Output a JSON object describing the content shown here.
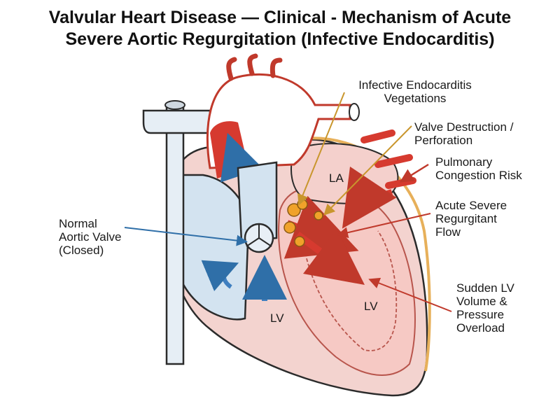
{
  "title": {
    "line1": "Valvular Heart Disease — Clinical - Mechanism of Acute",
    "line2": "Severe Aortic Regurgitation (Infective Endocarditis)"
  },
  "labels": {
    "vegetations": [
      "Infective Endocarditis",
      "Vegetations"
    ],
    "valve_destruction": [
      "Valve Destruction /",
      "Perforation"
    ],
    "pulmonary": [
      "Pulmonary",
      "Congestion Risk"
    ],
    "regurgitant": [
      "Acute Severe",
      "Regurgitant",
      "Flow"
    ],
    "overload": [
      "Sudden LV",
      "Volume &",
      "Pressure",
      "Overload"
    ],
    "normal_valve": [
      "Normal",
      "Aortic Valve",
      "(Closed)"
    ],
    "la": "LA",
    "lv_right": "LV",
    "lv_left": "LV"
  },
  "colors": {
    "outline": "#2b2b2b",
    "blood_red": "#d63a2f",
    "pink_chamber": "#f6c9c4",
    "blue_chamber": "#d3e3f0",
    "blue_arrow": "#3f7fc0",
    "vegetation": "#f0a22a",
    "leader_gold": "#d9a63a",
    "leader_red": "#c0392b",
    "leader_blue": "#2f6fa8",
    "pericardium": "#e7b05a"
  }
}
